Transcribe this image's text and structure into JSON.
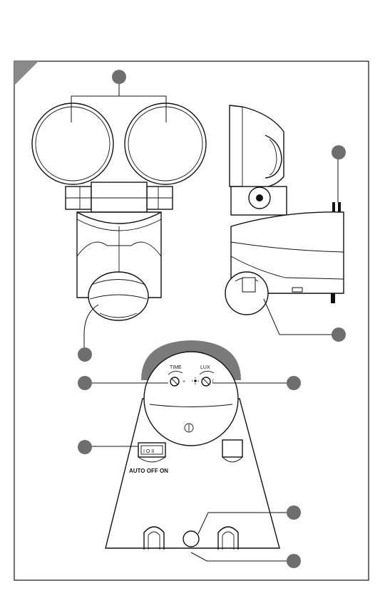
{
  "figure": {
    "panel_marker": "corner-triangle",
    "callout_badge_color": "#6e6e6e",
    "line_color": "#111111"
  },
  "control_labels": {
    "time": "TIME",
    "lux": "LUX",
    "time_plus": "+",
    "switch_caption": "AUTO OFF ON",
    "switch_positions": "I O II"
  },
  "icons": {
    "time_dial": "rotary-dial-icon",
    "lux_dial": "rotary-dial-icon",
    "lux_sun": "sun-icon",
    "lux_moon": "moon-icon"
  }
}
